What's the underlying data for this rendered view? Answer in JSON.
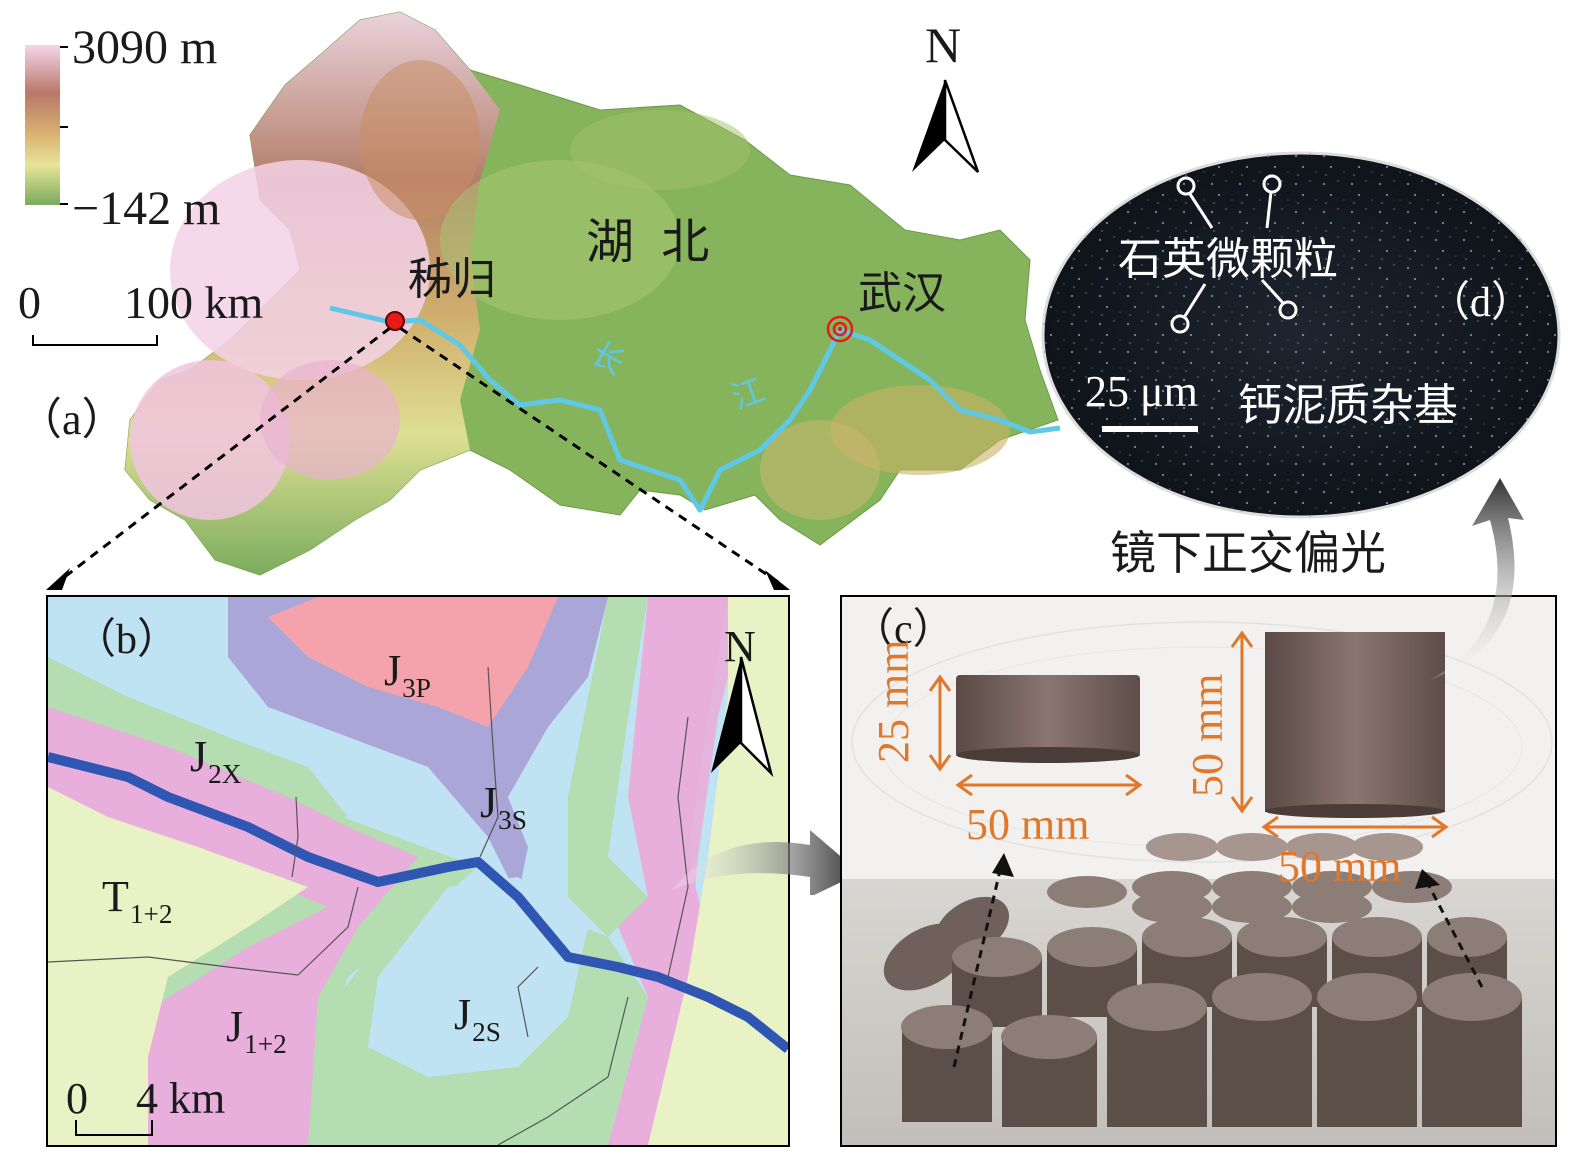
{
  "panel_a": {
    "label": "（a）",
    "legend_max": "3090 m",
    "legend_min": "−142 m",
    "scale_zero": "0",
    "scale_value": "100 km",
    "province": "湖 北",
    "city_zigui": "秭归",
    "city_wuhan": "武汉",
    "river_char_1": "长",
    "river_char_2": "江",
    "north": "N",
    "colors": {
      "elev_low": "#7fb05a",
      "elev_mid": "#d9c56a",
      "elev_high": "#b36a5a",
      "elev_peak": "#f4cfe6",
      "river": "#5fc8e6",
      "marker": "#e31b1b"
    }
  },
  "panel_b": {
    "label": "（b）",
    "north": "N",
    "scale_zero": "0",
    "scale_value": "4 km",
    "units": {
      "J3P": {
        "main": "J",
        "sub": "3P"
      },
      "J2X": {
        "main": "J",
        "sub": "2X"
      },
      "J3S": {
        "main": "J",
        "sub": "3S"
      },
      "T12": {
        "main": "T",
        "sub": "1+2"
      },
      "J12": {
        "main": "J",
        "sub": "1+2"
      },
      "J2S": {
        "main": "J",
        "sub": "2S"
      }
    },
    "colors": {
      "pink": "#f4a3ad",
      "purple": "#aaa6d8",
      "lightblue": "#bfe3f2",
      "green": "#b4ddb2",
      "magenta": "#e8aedc",
      "yellowgreen": "#e8f2c5",
      "river": "#2f56b2"
    }
  },
  "panel_c": {
    "label": "（c）",
    "small_height": "25 mm",
    "small_width": "50 mm",
    "large_height": "50 mm",
    "large_width": "50 mm"
  },
  "panel_d": {
    "label": "（d）",
    "particles_label": "石英微颗粒",
    "scale_value": "25 μm",
    "matrix_label": "钙泥质杂基",
    "caption": "镜下正交偏光"
  }
}
